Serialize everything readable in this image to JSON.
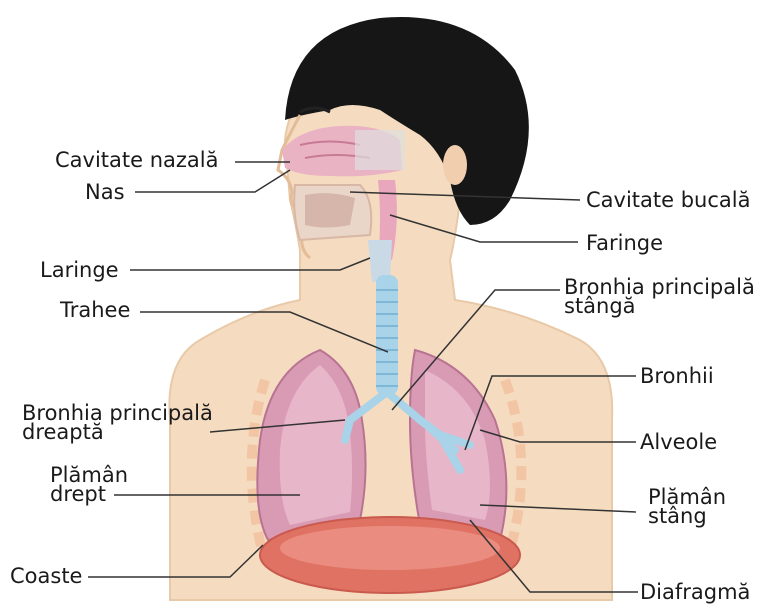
{
  "labels": {
    "nasal_cavity": "Cavitate nazală",
    "nose": "Nas",
    "oral_cavity": "Cavitate bucală",
    "pharynx": "Faringe",
    "larynx": "Laringe",
    "trachea": "Trahee",
    "left_main_bronchus": [
      "Bronhia principală",
      "stângă"
    ],
    "bronchi": "Bronhii",
    "right_main_bronchus": [
      "Bronhia principală",
      "dreaptă"
    ],
    "alveoli": "Alveole",
    "right_lung": [
      "Plămân",
      "drept"
    ],
    "left_lung": [
      "Plămân",
      "stâng"
    ],
    "ribs": "Coaste",
    "diaphragm": "Diafragmă"
  },
  "colors": {
    "skin": "#f5dcc0",
    "hair": "#161616",
    "lung": "#d99ab4",
    "lung_inner": "#e7b7c9",
    "trachea": "#a9d3e8",
    "diaphragm": "#e07264",
    "nasal": "#eab3c3",
    "ribs": "#f2c6a4",
    "line": "#333333"
  }
}
